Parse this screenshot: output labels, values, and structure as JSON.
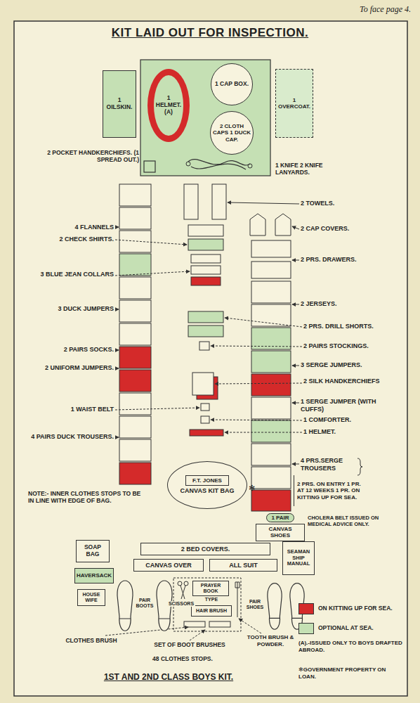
{
  "diagram": {
    "title": "KIT LAID OUT FOR INSPECTION.",
    "caption": "1ST AND 2ND CLASS BOYS KIT.",
    "nodes": [
      {
        "text": [
          "1 OILSKIN."
        ]
      },
      {
        "text": [
          "1 HELMET. (A)"
        ]
      },
      {
        "text": [
          "1 CAP BOX."
        ]
      },
      {
        "text": [
          "2 CLOTH CAPS 1 DUCK CAP."
        ]
      },
      {
        "text": [
          "1 OVERCOAT."
        ]
      },
      {
        "text": [
          "2 PRS. ON ENTRY 1 PR. AT 12 WEEKS 1 PR. ON KITTING UP FOR SEA."
        ]
      },
      {
        "text": [
          "CANVAS KIT BAG"
        ]
      },
      {
        "text": [
          "F.T. JONES"
        ],
        "in": 6
      },
      {
        "text": [
          "1 PAIR",
          "CANVAS SHOES"
        ]
      },
      {
        "text": [
          "SOAP BAG"
        ]
      },
      {
        "text": [
          "2 BED COVERS."
        ]
      },
      {
        "text": [
          "CANVAS OVER"
        ]
      },
      {
        "text": [
          "ALL SUIT"
        ]
      },
      {
        "text": [
          "SEAMAN SHIP MANUAL"
        ]
      },
      {
        "text": [
          "HAVERSACK"
        ]
      },
      {
        "text": [
          "HOUSE WIFE"
        ]
      },
      {
        "text": [
          "PRAYER BOOK"
        ]
      },
      {
        "text": [
          "HAIR BRUSH"
        ]
      }
    ],
    "labels": [
      "To face page 4.",
      "2 POCKET HANDKERCHIEFS. (1 SPREAD OUT.)",
      "1 KNIFE 2 KNIFE LANYARDS.",
      "4 FLANNELS",
      "2 CHECK SHIRTS.",
      "3 BLUE JEAN COLLARS",
      "3 DUCK JUMPERS",
      "2 PAIRS SOCKS.",
      "2 UNIFORM JUMPERS.",
      "1 WAIST BELT",
      "4 PAIRS DUCK TROUSERS.",
      "NOTE:- INNER CLOTHES STOPS TO BE IN LINE WITH EDGE OF BAG.",
      "2 TOWELS.",
      "2 CAP COVERS.",
      "2 PRS. DRAWERS.",
      "2 JERSEYS.",
      "2 PRS. DRILL SHORTS.",
      "2 PAIRS STOCKINGS.",
      "3 SERGE JUMPERS.",
      "2 SILK HANDKERCHIEFS",
      "1 SERGE JUMPER (WITH CUFFS)",
      "1 COMFORTER.",
      "1 HELMET.",
      "4 PRS.SERGE TROUSERS",
      "✻",
      "CHOLERA BELT ISSUED ON MEDICAL ADVICE ONLY.",
      "PAIR BOOTS",
      "SCISSORS",
      "TYPE",
      "PAIR SHOES",
      "CLOTHES BRUSH",
      "SET OF BOOT BRUSHES",
      "TOOTH BRUSH & POWDER.",
      "48 CLOTHES STOPS.",
      "(A).-ISSUED ONLY TO BOYS DRAFTED ABROAD.",
      "✻GOVERNMENT PROPERTY ON LOAN."
    ],
    "legend": [
      {
        "text": "ON KITTING UP FOR SEA.",
        "color": "#d42a2a"
      },
      {
        "text": "OPTIONAL AT SEA.",
        "color": "#c5e0b4"
      }
    ]
  }
}
